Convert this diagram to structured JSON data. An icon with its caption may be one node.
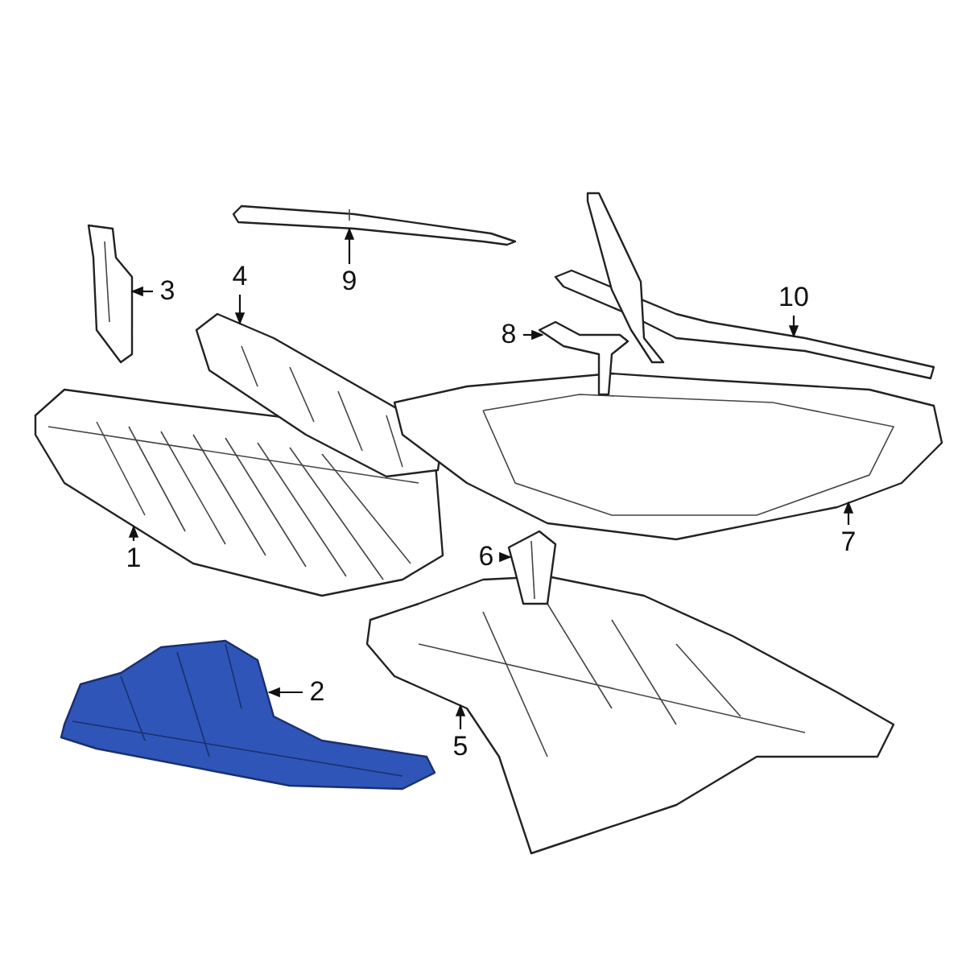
{
  "diagram": {
    "nodes": [
      {
        "text": [
          "1"
        ]
      },
      {
        "text": [],
        "shape": "picture"
      },
      {
        "text": [
          "2"
        ]
      },
      {
        "text": [],
        "shape": "picture"
      },
      {
        "text": [
          "3"
        ]
      },
      {
        "text": [],
        "shape": "picture"
      },
      {
        "text": [
          "4"
        ]
      },
      {
        "text": [],
        "shape": "picture"
      },
      {
        "text": [
          "5"
        ]
      },
      {
        "text": [],
        "shape": "picture"
      },
      {
        "text": [
          "6"
        ]
      },
      {
        "text": [],
        "shape": "picture"
      },
      {
        "text": [
          "7"
        ]
      },
      {
        "text": [],
        "shape": "picture"
      },
      {
        "text": [
          "8"
        ]
      },
      {
        "text": [],
        "shape": "picture"
      },
      {
        "text": [
          "9"
        ]
      },
      {
        "text": [],
        "shape": "picture"
      },
      {
        "text": [
          "10"
        ]
      },
      {
        "text": [],
        "shape": "picture"
      }
    ],
    "edges": [
      {
        "from": 0,
        "to": 1,
        "arrow": "to"
      },
      {
        "from": 2,
        "to": 3,
        "arrow": "to"
      },
      {
        "from": 4,
        "to": 5,
        "arrow": "to"
      },
      {
        "from": 6,
        "to": 7,
        "arrow": "to"
      },
      {
        "from": 8,
        "to": 9,
        "arrow": "to"
      },
      {
        "from": 10,
        "to": 11,
        "arrow": "to"
      },
      {
        "from": 12,
        "to": 13,
        "arrow": "to"
      },
      {
        "from": 14,
        "to": 15,
        "arrow": "to"
      },
      {
        "from": 16,
        "to": 17,
        "arrow": "to"
      },
      {
        "from": 18,
        "to": 19,
        "arrow": "to"
      }
    ]
  }
}
